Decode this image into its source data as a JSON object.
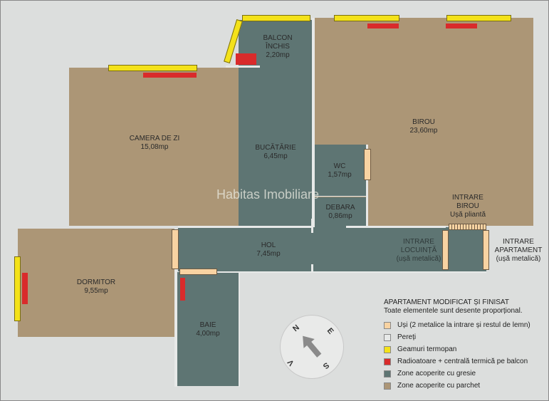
{
  "watermark": "Habitas Imobiliare",
  "rooms": {
    "balcon": {
      "name_line1": "BALCON",
      "name_line2": "ÎNCHIS",
      "area": "2,20mp"
    },
    "camera_de_zi": {
      "name": "CAMERA DE ZI",
      "area": "15,08mp"
    },
    "bucatarie": {
      "name": "BUCĂTĂRIE",
      "area": "6,45mp"
    },
    "birou": {
      "name": "BIROU",
      "area": "23,60mp"
    },
    "wc": {
      "name": "WC",
      "area": "1,57mp"
    },
    "debara": {
      "name": "DEBARA",
      "area": "0,86mp"
    },
    "hol": {
      "name": "HOL",
      "area": "7,45mp"
    },
    "dormitor": {
      "name": "DORMITOR",
      "area": "9,55mp"
    },
    "baie": {
      "name": "BAIE",
      "area": "4,00mp"
    }
  },
  "annotations": {
    "intrare_birou": {
      "line1": "INTRARE",
      "line2": "BIROU",
      "line3": "Ușă pliantă"
    },
    "intrare_locuinta": {
      "line1": "INTRARE",
      "line2": "LOCUINȚĂ",
      "line3": "(ușă metalică)"
    },
    "intrare_apartament": {
      "line1": "INTRARE",
      "line2": "APARTAMENT",
      "line3": "(ușă metalică)"
    }
  },
  "legend": {
    "title": "APARTAMENT MODIFICAT ȘI FINISAT",
    "subtitle": "Toate elementele sunt desente proporțional.",
    "items": [
      {
        "label": "Uși (2 metalice la intrare și restul de lemn)",
        "color": "#f8d3a2"
      },
      {
        "label": "Pereți",
        "color": "#e7e9e8"
      },
      {
        "label": "Geamuri termopan",
        "color": "#f4e21a"
      },
      {
        "label": "Radioatoare + centrală termică pe balcon",
        "color": "#d92b2b"
      },
      {
        "label": "Zone acoperite cu gresie",
        "color": "#5e7573"
      },
      {
        "label": "Zone acoperite cu parchet",
        "color": "#ac9676"
      }
    ]
  },
  "compass": {
    "n": "N",
    "e": "E",
    "s": "S",
    "v": "V"
  }
}
